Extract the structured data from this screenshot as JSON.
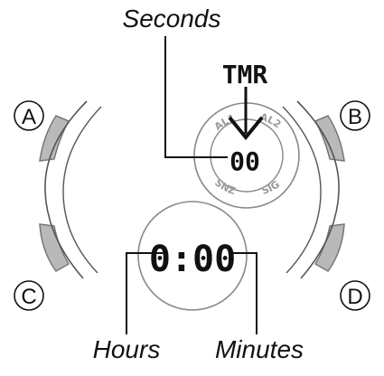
{
  "labels": {
    "seconds": "Seconds",
    "hours": "Hours",
    "minutes": "Minutes"
  },
  "mode_indicator": "TMR",
  "seconds_display": "00",
  "time_display": "0:00",
  "subdial_ring": {
    "al1": "AL1",
    "al2": "AL2",
    "snz": "SNZ",
    "sig": "SIG"
  },
  "buttons": {
    "a": "A",
    "b": "B",
    "c": "C",
    "d": "D"
  }
}
